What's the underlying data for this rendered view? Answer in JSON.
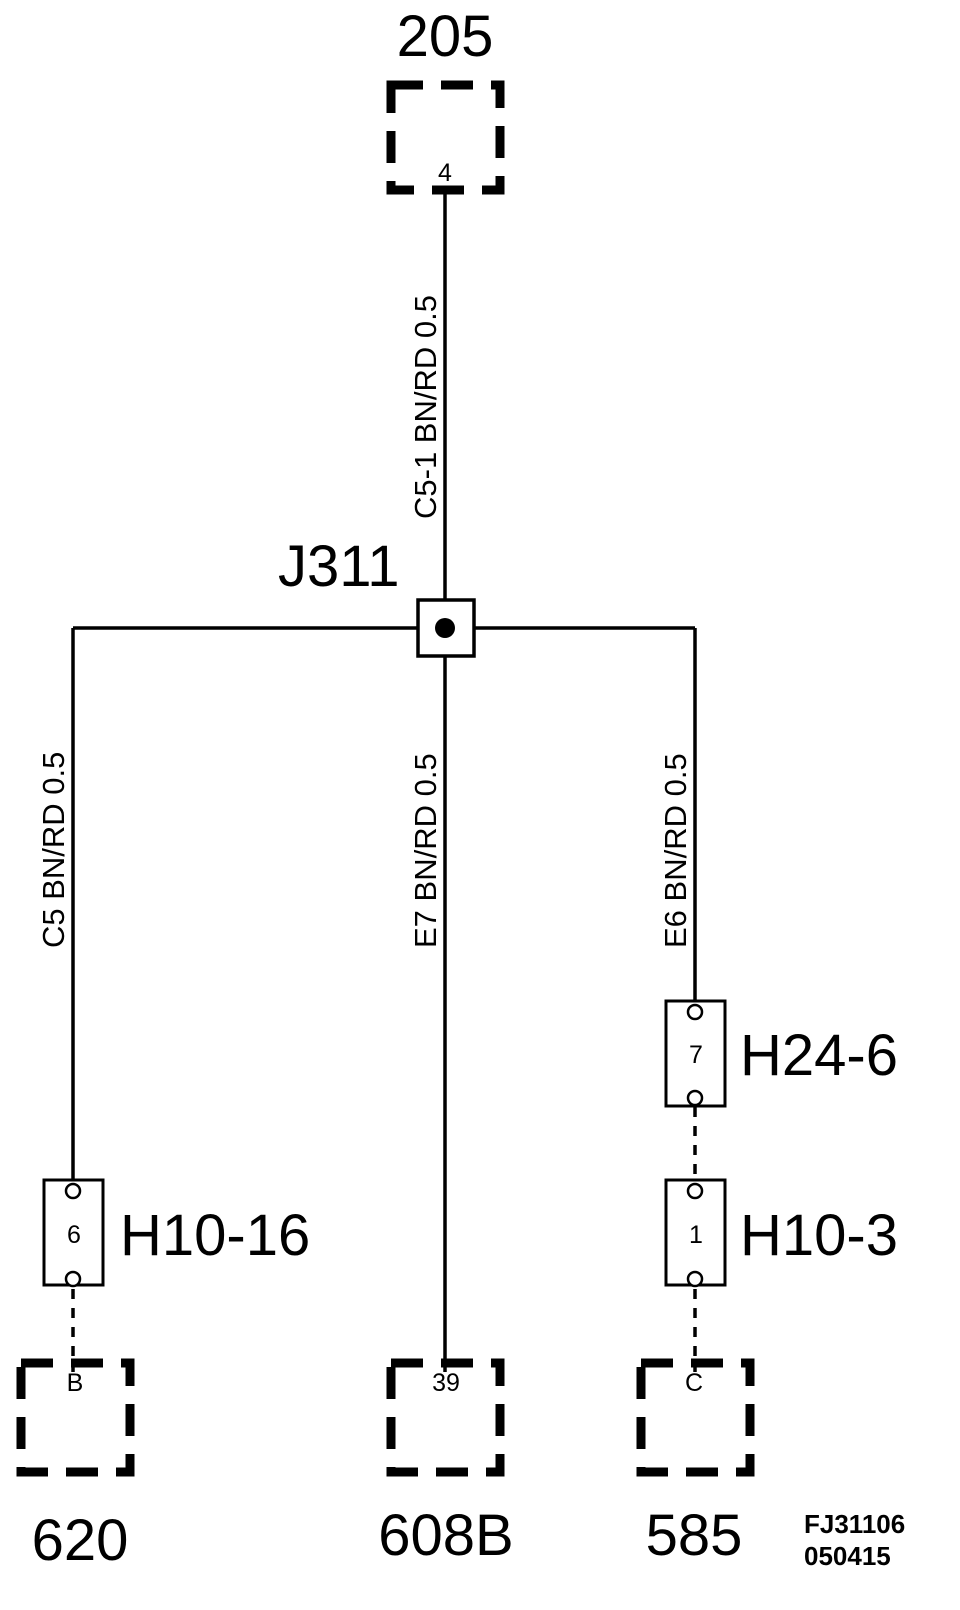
{
  "components": {
    "top": {
      "label": "205",
      "pin": "4"
    },
    "bottom_left": {
      "label": "620",
      "pin": "B"
    },
    "bottom_mid": {
      "label": "608B",
      "pin": "39"
    },
    "bottom_right": {
      "label": "585",
      "pin": "C"
    }
  },
  "junction": {
    "label": "J311"
  },
  "connectors": {
    "h10_16": {
      "label": "H10-16",
      "pin": "6"
    },
    "h24_6": {
      "label": "H24-6",
      "pin": "7"
    },
    "h10_3": {
      "label": "H10-3",
      "pin": "1"
    }
  },
  "wires": {
    "c5_1": "C5-1  BN/RD  0.5",
    "c5": "C5 BN/RD  0.5",
    "e7": "E7 BN/RD  0.5",
    "e6": "E6  BN/RD  0.5"
  },
  "figure_code": {
    "line1": "FJ31106",
    "line2": "050415"
  }
}
